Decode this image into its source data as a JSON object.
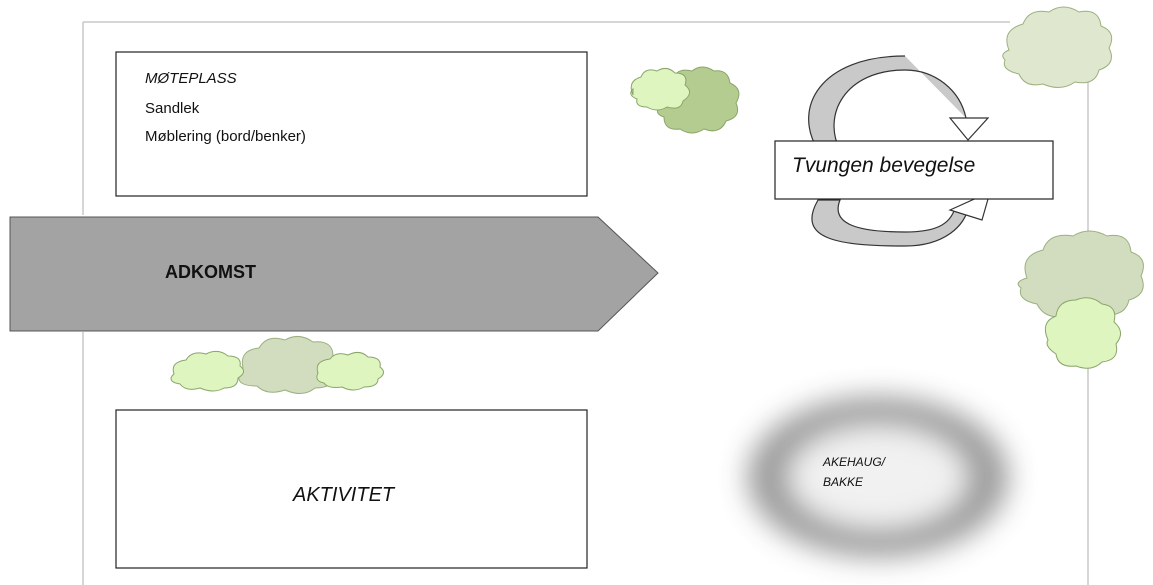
{
  "colors": {
    "border": "#c8c8c8",
    "box_stroke": "#222222",
    "arrow_fill": "#a3a3a3",
    "arrow_stroke": "#555555",
    "shrub_dark": "#b4cc90",
    "shrub_mid": "#d2ddc0",
    "shrub_light": "#dff5c0",
    "mound": "#8e8e8e"
  },
  "meeting_area": {
    "heading": "MØTEPLASS",
    "line1": "Sandlek",
    "line2": "Møblering  (bord/benker)"
  },
  "access": {
    "label": "ADKOMST"
  },
  "activity": {
    "label": "AKTIVITET"
  },
  "circulation": {
    "label": "Tvungen bevegelse"
  },
  "sled_hill": {
    "line1": "AKEHAUG/",
    "line2": "BAKKE"
  }
}
